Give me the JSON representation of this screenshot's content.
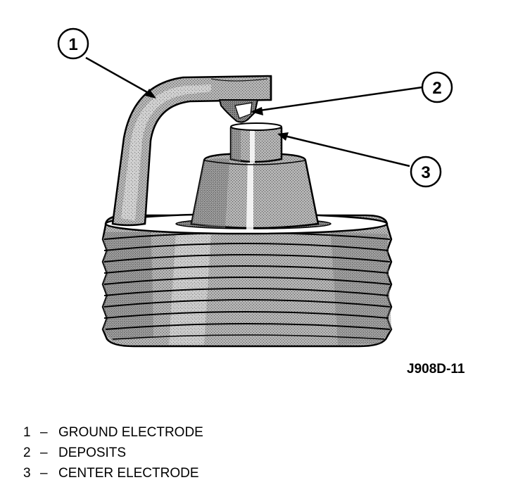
{
  "diagram": {
    "callouts": [
      {
        "number": "1"
      },
      {
        "number": "2"
      },
      {
        "number": "3"
      }
    ],
    "figure_id": "J908D-11",
    "legend": [
      {
        "number": "1",
        "separator": "–",
        "label": "GROUND ELECTRODE"
      },
      {
        "number": "2",
        "separator": "–",
        "label": "DEPOSITS"
      },
      {
        "number": "3",
        "separator": "–",
        "label": "CENTER ELECTRODE"
      }
    ]
  },
  "colors": {
    "ink": "#000000",
    "metal_shade": "#a8a8a8",
    "background": "#ffffff"
  }
}
